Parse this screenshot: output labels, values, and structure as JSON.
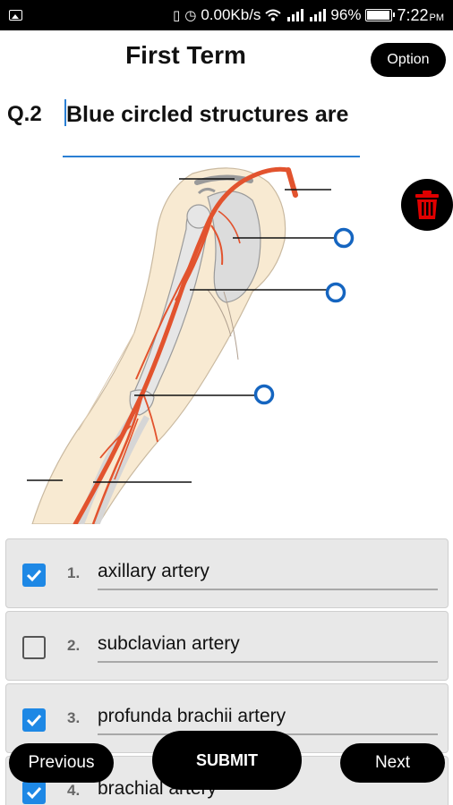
{
  "status_bar": {
    "speed": "0.00Kb/s",
    "battery": "96%",
    "time": "7:22",
    "ampm": "PM"
  },
  "header": {
    "title": "First Term",
    "option_label": "Option"
  },
  "question": {
    "number": "Q.2",
    "text": "Blue circled structures are"
  },
  "diagram": {
    "artery_color": "#e2532e",
    "marker_color": "#1565c0"
  },
  "options": [
    {
      "number": "1.",
      "text": "axillary artery",
      "checked": true
    },
    {
      "number": "2.",
      "text": "subclavian artery",
      "checked": false
    },
    {
      "number": "3.",
      "text": "profunda brachii artery",
      "checked": true
    },
    {
      "number": "4.",
      "text": "brachial artery",
      "checked": true
    }
  ],
  "buttons": {
    "previous": "Previous",
    "submit": "SUBMIT",
    "next": "Next"
  },
  "colors": {
    "accent": "#1e88e5",
    "delete_icon": "#e00000"
  },
  "icons": [
    "gallery-icon",
    "vibrate-icon",
    "alarm-icon",
    "wifi-icon",
    "signal-icon",
    "battery-icon",
    "trash-icon",
    "check-icon"
  ]
}
